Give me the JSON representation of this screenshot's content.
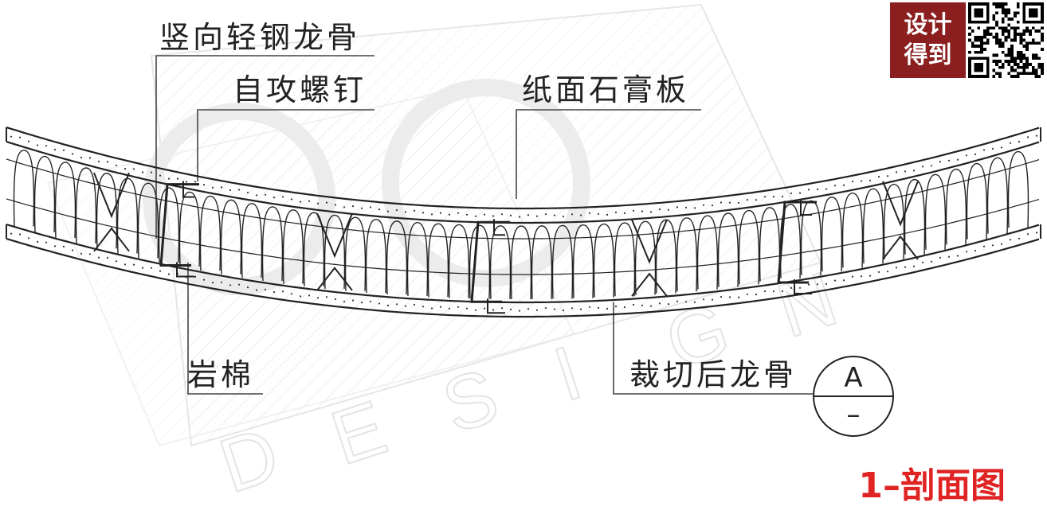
{
  "labels": {
    "vertical_keel": "竖向轻钢龙骨",
    "self_tapping_screw": "自攻螺钉",
    "gypsum_board": "纸面石膏板",
    "rock_wool": "岩棉",
    "cut_keel": "裁切后龙骨"
  },
  "detail_marker": {
    "top": "A",
    "bottom": "–"
  },
  "title": "1–剖面图",
  "logo": {
    "text": "设计得到"
  },
  "watermark": {
    "letters": [
      "D",
      "E",
      "S",
      "I",
      "G",
      "N"
    ]
  },
  "colors": {
    "title": "#e02424",
    "logo_bg": "#8b1e1e",
    "line": "#222222",
    "watermark": "#e4e4e4"
  }
}
